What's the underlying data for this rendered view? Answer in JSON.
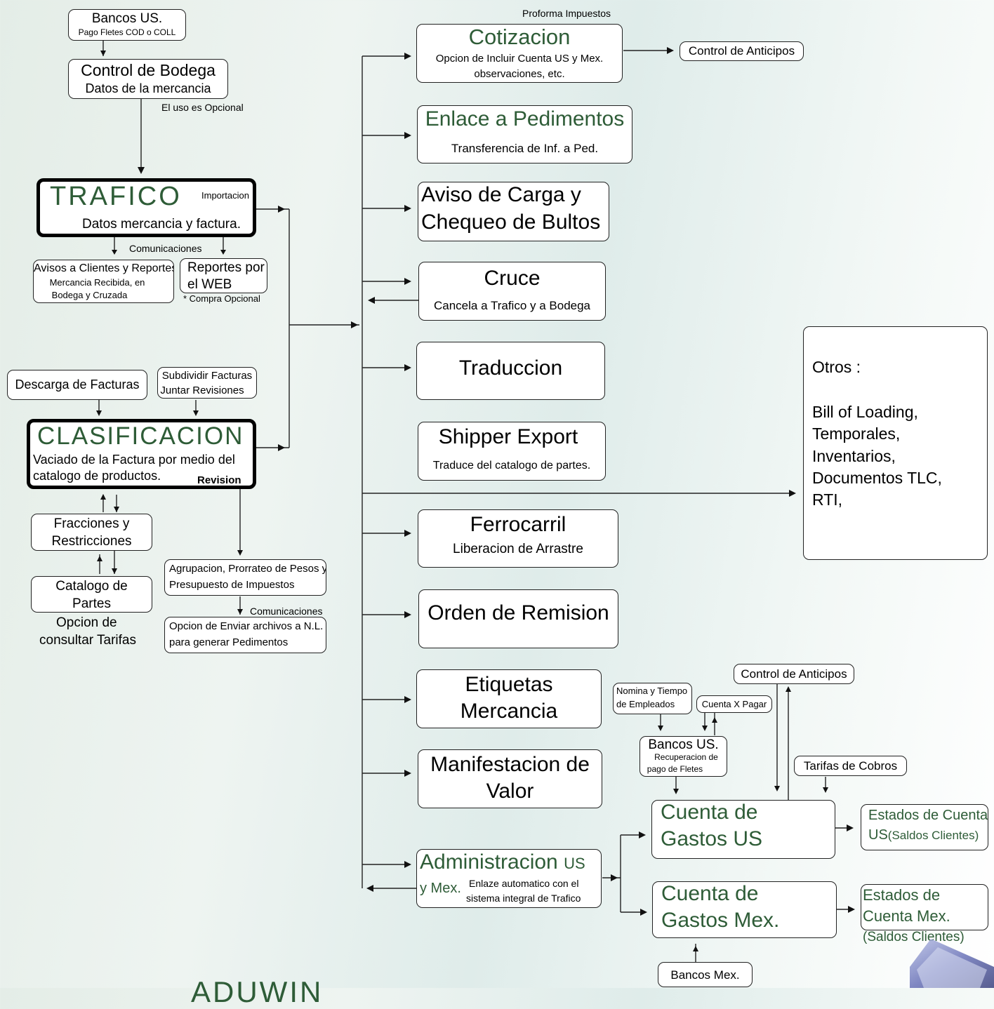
{
  "colors": {
    "accent_green": "#2e5c37",
    "line": "#222222"
  },
  "proforma_label": "Proforma Impuestos",
  "left": {
    "bancos_us": {
      "title": "Bancos US.",
      "sub": "Pago Fletes COD o COLL"
    },
    "bodega": {
      "title": "Control de Bodega",
      "sub": "Datos  de la mercancia",
      "note": "El uso es Opcional"
    },
    "trafico": {
      "title": "TRAFICO",
      "tag": "Importacion",
      "sub": "Datos  mercancia y    factura."
    },
    "comunicaciones_1": "Comunicaciones",
    "avisos": {
      "line1": "Avisos a Clientes y Reportes",
      "line2": "Mercancia  Recibida, en",
      "line3": "Bodega  y  Cruzada"
    },
    "reportes": {
      "line1": "Reportes por",
      "line2": "el WEB",
      "note": "* Compra Opcional"
    },
    "descarga": "Descarga de Facturas",
    "subdividir": {
      "line1": "Subdividir Facturas",
      "line2": "Juntar Revisiones"
    },
    "clasificacion": {
      "title": "CLASIFICACION",
      "line1": "Vaciado de la Factura por medio del",
      "line2": "catalogo de productos.",
      "tag": "Revision"
    },
    "fracciones": {
      "line1": "Fracciones y",
      "line2": "Restricciones"
    },
    "catalogo": {
      "line1": "Catalogo de",
      "line2": "Partes"
    },
    "opcion_tarifas": {
      "line1": "Opcion de",
      "line2": "consultar Tarifas"
    },
    "agrupacion": {
      "line1": "Agrupacion, Prorrateo de Pesos y",
      "line2": "Presupuesto de Impuestos"
    },
    "comunicaciones_2": "Comunicaciones",
    "enviar": {
      "line1": "Opcion de Enviar archivos a N.L.",
      "line2": "para generar Pedimentos"
    },
    "brand": "ADUWIN"
  },
  "center": {
    "cotizacion": {
      "title": "Cotizacion",
      "line1": "Opcion de Incluir Cuenta US y Mex.",
      "line2": "observaciones, etc."
    },
    "control_anticipos_top": "Control de Anticipos",
    "enlace": {
      "title": "Enlace a Pedimentos",
      "sub": "Transferencia de Inf. a Ped."
    },
    "aviso": {
      "line1": "Aviso de Carga y",
      "line2": "Chequeo de Bultos"
    },
    "cruce": {
      "title": "Cruce",
      "sub": "Cancela a Trafico y a Bodega"
    },
    "traduccion": "Traduccion",
    "shipper": {
      "title": "Shipper Export",
      "sub": "Traduce del catalogo de partes."
    },
    "ferrocarril": {
      "title": "Ferrocarril",
      "sub": "Liberacion de Arrastre"
    },
    "orden": "Orden de Remision",
    "etiquetas": {
      "line1": "Etiquetas",
      "line2": "Mercancia"
    },
    "manifestacion": {
      "line1": "Manifestacion de",
      "line2": "Valor"
    },
    "administracion": {
      "title": "Administracion",
      "title_small": "US",
      "prefix": "y Mex.",
      "line1": "Enlaze automatico con el",
      "line2": "sistema integral de Trafico"
    }
  },
  "right": {
    "otros": {
      "title": "Otros :",
      "items": [
        "Bill of  Loading,",
        "Temporales,",
        "Inventarios,",
        "Documentos TLC,",
        "RTI,"
      ]
    },
    "nomina": {
      "line1": "Nomina y Tiempo",
      "line2": "de Empleados"
    },
    "cuenta_pagar": "Cuenta X Pagar",
    "control_anticipos": "Control de Anticipos",
    "bancos_us2": {
      "title": "Bancos US.",
      "line1": "Recuperacion de",
      "line2": "pago de Fletes"
    },
    "tarifas": "Tarifas de Cobros",
    "cuenta_us": {
      "line1": "Cuenta de",
      "line2": "Gastos US"
    },
    "cuenta_mex": {
      "line1": "Cuenta de",
      "line2": "Gastos Mex."
    },
    "estados_us": {
      "line1": "Estados de Cuenta",
      "line2": "US",
      "line2b": "(Saldos Clientes)"
    },
    "estados_mex": {
      "line1": "Estados  de",
      "line2": "Cuenta Mex.",
      "line3": "(Saldos Clientes)"
    },
    "bancos_mex": "Bancos Mex."
  }
}
